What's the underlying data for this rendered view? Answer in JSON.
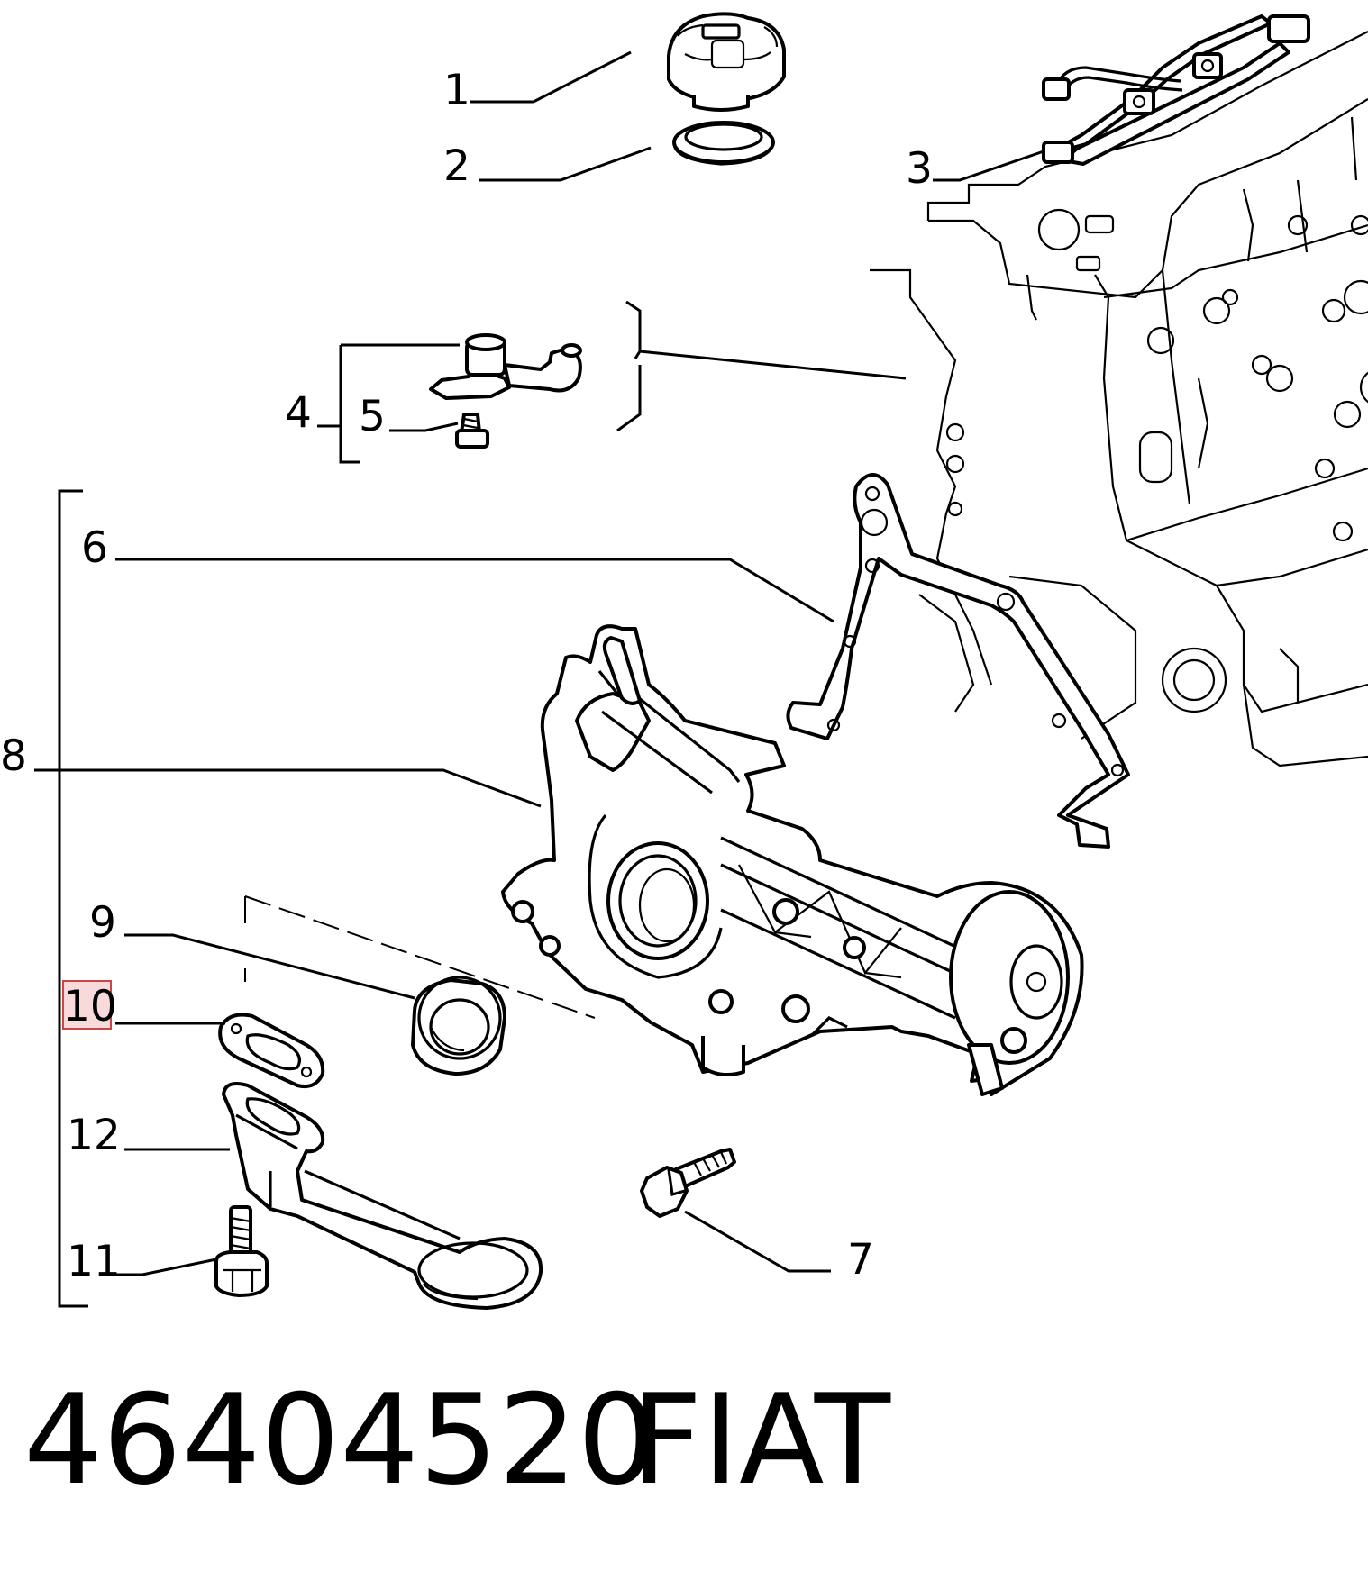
{
  "callouts": {
    "c1": "1",
    "c2": "2",
    "c3": "3",
    "c4": "4",
    "c5": "5",
    "c6": "6",
    "c7": "7",
    "c8": "8",
    "c9": "9",
    "c10": "10",
    "c11": "11",
    "c12": "12"
  },
  "footer": {
    "part_number": "46404520",
    "brand": "FIAT"
  },
  "colors": {
    "highlight": "#eb9696"
  }
}
